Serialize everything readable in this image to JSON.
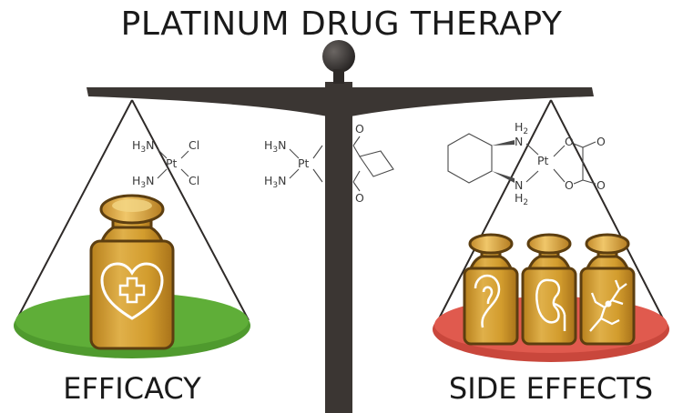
{
  "title": "PLATINUM DRUG THERAPY",
  "left_label": "EFFICACY",
  "right_label": "SIDE EFFECTS",
  "molecules": {
    "cisplatin": {
      "h3n_top": "H",
      "h3n_bottom": "H",
      "n_sub": "3",
      "n": "N",
      "pt": "Pt",
      "cl_top": "Cl",
      "cl_bottom": "Cl"
    },
    "carboplatin": {
      "h3n_top": "H",
      "h3n_bottom": "H",
      "n_sub": "3",
      "n": "N",
      "pt": "Pt",
      "o": "O"
    },
    "oxaliplatin": {
      "h2_top": "H",
      "h2_sub": "2",
      "n": "N",
      "pt": "Pt",
      "o": "O"
    }
  },
  "icons": {
    "left_weight": "heart-plus-icon",
    "right_weights": [
      "ear-icon",
      "kidney-icon",
      "nerve-cell-icon"
    ]
  },
  "colors": {
    "beam": "#3b3633",
    "weight_gold": "#d4a032",
    "left_pan": "#4f9a2e",
    "right_pan": "#e05a4e",
    "text": "#1a1a1a"
  }
}
